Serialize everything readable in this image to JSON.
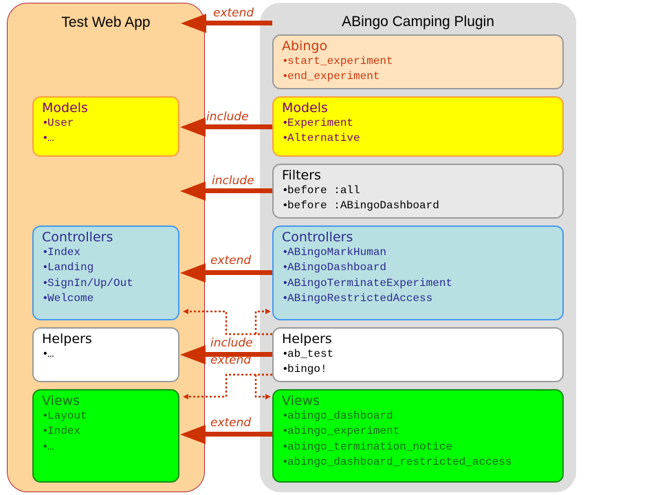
{
  "app": {
    "title": "Test Web App",
    "boxes": {
      "models": {
        "title": "Models",
        "items": [
          "User",
          "…"
        ]
      },
      "controllers": {
        "title": "Controllers",
        "items": [
          "Index",
          "Landing",
          "SignIn/Up/Out",
          "Welcome"
        ]
      },
      "helpers": {
        "title": "Helpers",
        "items": [
          "…"
        ]
      },
      "views": {
        "title": "Views",
        "items": [
          "Layout",
          "Index",
          "…"
        ]
      }
    }
  },
  "plugin": {
    "title": "ABingo Camping Plugin",
    "boxes": {
      "abingo": {
        "title": "Abingo",
        "items": [
          "start_experiment",
          "end_experiment"
        ]
      },
      "models": {
        "title": "Models",
        "items": [
          "Experiment",
          "Alternative"
        ]
      },
      "filters": {
        "title": "Filters",
        "items": [
          "before :all",
          "before :ABingoDashboard"
        ]
      },
      "controllers": {
        "title": "Controllers",
        "items": [
          "ABingoMarkHuman",
          "ABingoDashboard",
          "ABingoTerminateExperiment",
          "ABingoRestrictedAccess"
        ]
      },
      "helpers": {
        "title": "Helpers",
        "items": [
          "ab_test",
          "bingo!"
        ]
      },
      "views": {
        "title": "Views",
        "items": [
          "abingo_dashboard",
          "abingo_experiment",
          "abingo_termination_notice",
          "abingo_dashboard_restricted_access"
        ]
      }
    }
  },
  "relations": {
    "abingo_to_app": "extend",
    "models": "include",
    "filters": "include",
    "controllers": "extend",
    "helpers_include": "include",
    "helpers_extend": "extend",
    "views": "extend"
  },
  "colors": {
    "arrow": "#cc3300",
    "app_bg": "#fdd49a",
    "plugin_bg": "#dddddd"
  },
  "bullet": "•"
}
